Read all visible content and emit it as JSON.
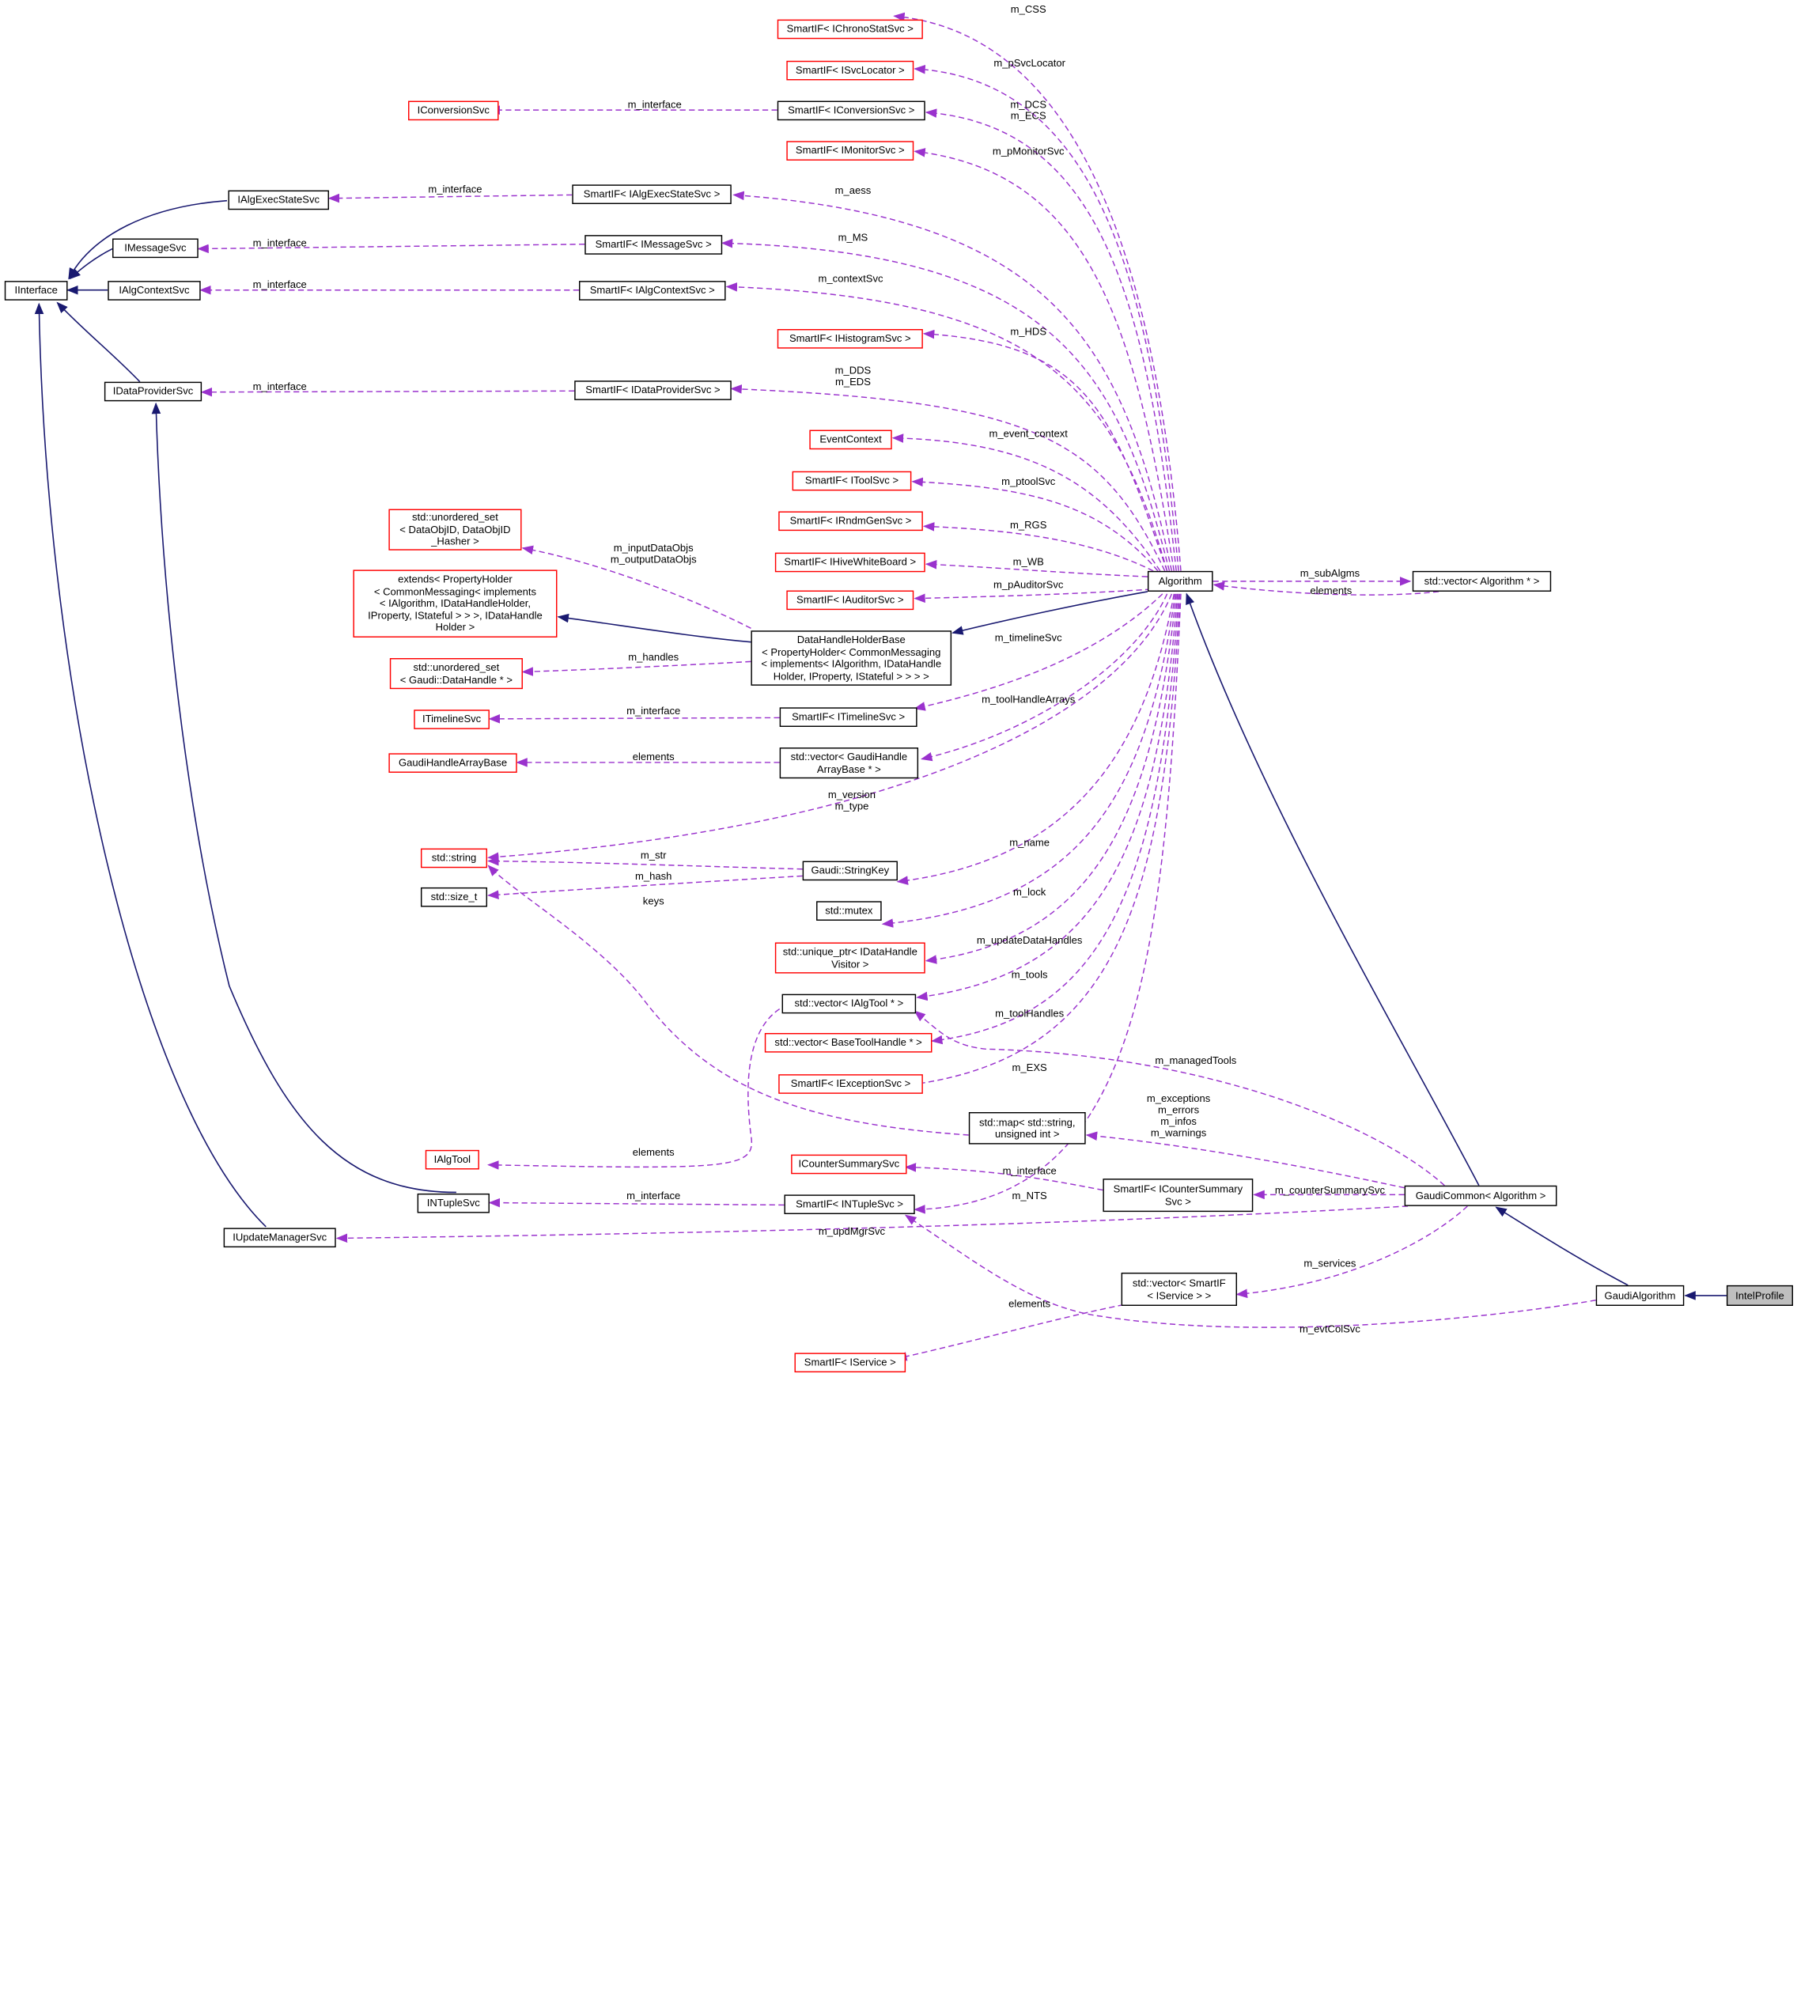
{
  "nodes": {
    "ichronostat": "SmartIF< IChronoStatSvc >",
    "isvclocator": "SmartIF< ISvcLocator >",
    "iconversionsvc": "IConversionSvc",
    "sp_conversion": "SmartIF< IConversionSvc >",
    "imonitorsvc": "SmartIF< IMonitorSvc >",
    "ialgexecstatesvc": "IAlgExecStateSvc",
    "sp_algexec": "SmartIF< IAlgExecStateSvc >",
    "imessagesvc": "IMessageSvc",
    "sp_message": "SmartIF< IMessageSvc >",
    "iinterface": "IInterface",
    "ialgcontextsvc": "IAlgContextSvc",
    "sp_algcontext": "SmartIF< IAlgContextSvc >",
    "ihistogram": "SmartIF< IHistogramSvc >",
    "idataprovidersvc": "IDataProviderSvc",
    "sp_dataprovider": "SmartIF< IDataProviderSvc >",
    "eventcontext": "EventContext",
    "itoolsvc": "SmartIF< IToolSvc >",
    "irndmgensvc": "SmartIF< IRndmGenSvc >",
    "unordered_dataobj": "std::unordered_set\n< DataObjID, DataObjID\n_Hasher >",
    "ihivewhiteboard": "SmartIF< IHiveWhiteBoard >",
    "iauditorsvc": "SmartIF< IAuditorSvc >",
    "algorithm": "Algorithm",
    "vector_algorithm": "std::vector< Algorithm * >",
    "extends": "extends< PropertyHolder\n< CommonMessaging< implements\n< IAlgorithm, IDataHandleHolder,\n IProperty, IStateful > > >, IDataHandle\nHolder >",
    "datahandleholderbase": "DataHandleHolderBase\n< PropertyHolder< CommonMessaging\n< implements< IAlgorithm, IDataHandle\nHolder, IProperty, IStateful > > > >",
    "unordered_datahandle": "std::unordered_set\n< Gaudi::DataHandle * >",
    "itimelinesvc": "ITimelineSvc",
    "sp_timeline": "SmartIF< ITimelineSvc >",
    "gaudihandlearraybase": "GaudiHandleArrayBase",
    "vector_gaudihandle": "std::vector< GaudiHandle\nArrayBase * >",
    "std_string": "std::string",
    "stringkey": "Gaudi::StringKey",
    "size_t": "std::size_t",
    "mutex": "std::mutex",
    "unique_ptr": "std::unique_ptr< IDataHandle\nVisitor >",
    "vector_algtool": "std::vector< IAlgTool * >",
    "vector_basetoolhandle": "std::vector< BaseToolHandle * >",
    "iexceptionsvc": "SmartIF< IExceptionSvc >",
    "map": "std::map< std::string,\n unsigned int >",
    "ialgtool": "IAlgTool",
    "icountersummarysvc": "ICounterSummarySvc",
    "sp_countersummary": "SmartIF< ICounterSummary\nSvc >",
    "gaudicommon": "GaudiCommon< Algorithm >",
    "intuplesvc": "INTupleSvc",
    "sp_ntuple": "SmartIF< INTupleSvc >",
    "iupdatemanagersvc": "IUpdateManagerSvc",
    "vector_smartif": "std::vector< SmartIF\n< IService > >",
    "gaudialgorithm": "GaudiAlgorithm",
    "intelprofile": "IntelProfile",
    "sp_iservice": "SmartIF< IService >"
  },
  "edge_labels": {
    "m_css": "m_CSS",
    "m_psvclocator": "m_pSvcLocator",
    "m_dcs_ecs": "m_DCS\nm_ECS",
    "m_interface_conv": "m_interface",
    "m_pmonitorsvc": "m_pMonitorSvc",
    "m_interface_algexec": "m_interface",
    "m_aess": "m_aess",
    "m_interface_msg": "m_interface",
    "m_ms": "m_MS",
    "m_interface_ctx": "m_interface",
    "m_contextsvc": "m_contextSvc",
    "m_hds": "m_HDS",
    "m_interface_dp": "m_interface",
    "m_dds_eds": "m_DDS\nm_EDS",
    "m_event_context": "m_event_context",
    "m_ptoolsvc": "m_ptoolSvc",
    "m_rgs": "m_RGS",
    "m_inputdataobjs": "m_inputDataObjs\nm_outputDataObjs",
    "m_wb": "m_WB",
    "m_subalgms": "m_subAlgms",
    "elements_subalg": "elements",
    "m_pauditorsvc": "m_pAuditorSvc",
    "m_timelinesvc": "m_timelineSvc",
    "m_handles": "m_handles",
    "m_interface_tl": "m_interface",
    "m_toolhandlearrays": "m_toolHandleArrays",
    "elements_gha": "elements",
    "m_version_type": "m_version\nm_type",
    "m_str": "m_str",
    "m_name": "m_name",
    "m_hash": "m_hash",
    "keys": "keys",
    "m_lock": "m_lock",
    "m_updatedatahandles": "m_updateDataHandles",
    "m_tools": "m_tools",
    "m_toolhandles": "m_toolHandles",
    "m_managedtools": "m_managedTools",
    "m_exs": "m_EXS",
    "m_counters": "m_exceptions\nm_errors\nm_infos\nm_warnings",
    "elements_algtool": "elements",
    "m_interface_cs": "m_interface",
    "m_countersummarysvc": "m_counterSummarySvc",
    "m_interface_nt": "m_interface",
    "m_nts": "m_NTS",
    "m_updmgrsvc": "m_updMgrSvc",
    "m_services": "m_services",
    "elements_svc": "elements",
    "m_evtcolsvc": "m_evtColSvc"
  },
  "colors": {
    "inheritance": "#191970",
    "usage": "#9a32cd",
    "red_border": "#ff0000",
    "highlight_fill": "#bfbfbf"
  }
}
